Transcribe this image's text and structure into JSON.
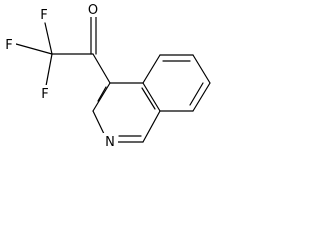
{
  "molecule": {
    "atoms": {
      "fluorine_upper": "F",
      "fluorine_left": "F",
      "fluorine_lower": "F",
      "carbonyl_oxygen": "O",
      "ring_nitrogen": "N"
    }
  }
}
